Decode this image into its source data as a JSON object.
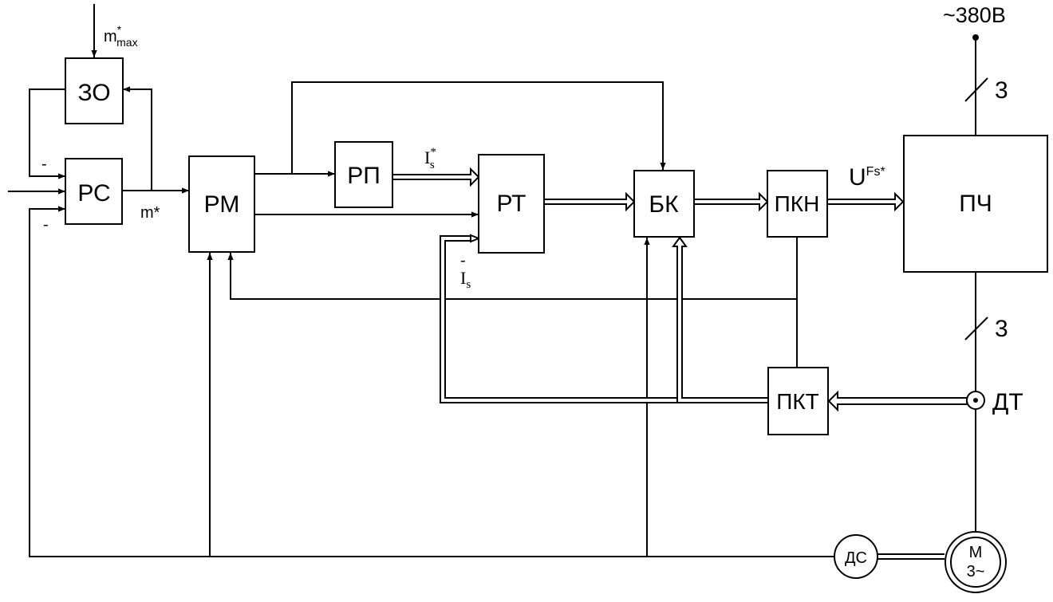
{
  "blocks": {
    "zo": "ЗО",
    "rs": "РС",
    "rm": "РМ",
    "rp": "РП",
    "rt": "РТ",
    "bk": "БК",
    "pkn": "ПКН",
    "pch": "ПЧ",
    "pkt": "ПКТ",
    "ds": "ДС",
    "motor_top": "М",
    "motor_bottom": "3~"
  },
  "labels": {
    "m_max_base": "m",
    "m_max_sup": "*",
    "m_max_sub": "max",
    "m_star": "m*",
    "is_star_base": "I",
    "is_star_sup": "*",
    "is_star_sub": "s",
    "is_minus": "-",
    "is_base": "I",
    "is_sub": "s",
    "ufs_base": "U",
    "ufs_sup": "Fs*",
    "supply": "~380В",
    "phase_top": "3",
    "phase_bottom": "3",
    "dt": "ДТ",
    "minus_top": "-",
    "minus_bottom": "-"
  },
  "colors": {
    "stroke": "#000000",
    "background": "#ffffff"
  }
}
